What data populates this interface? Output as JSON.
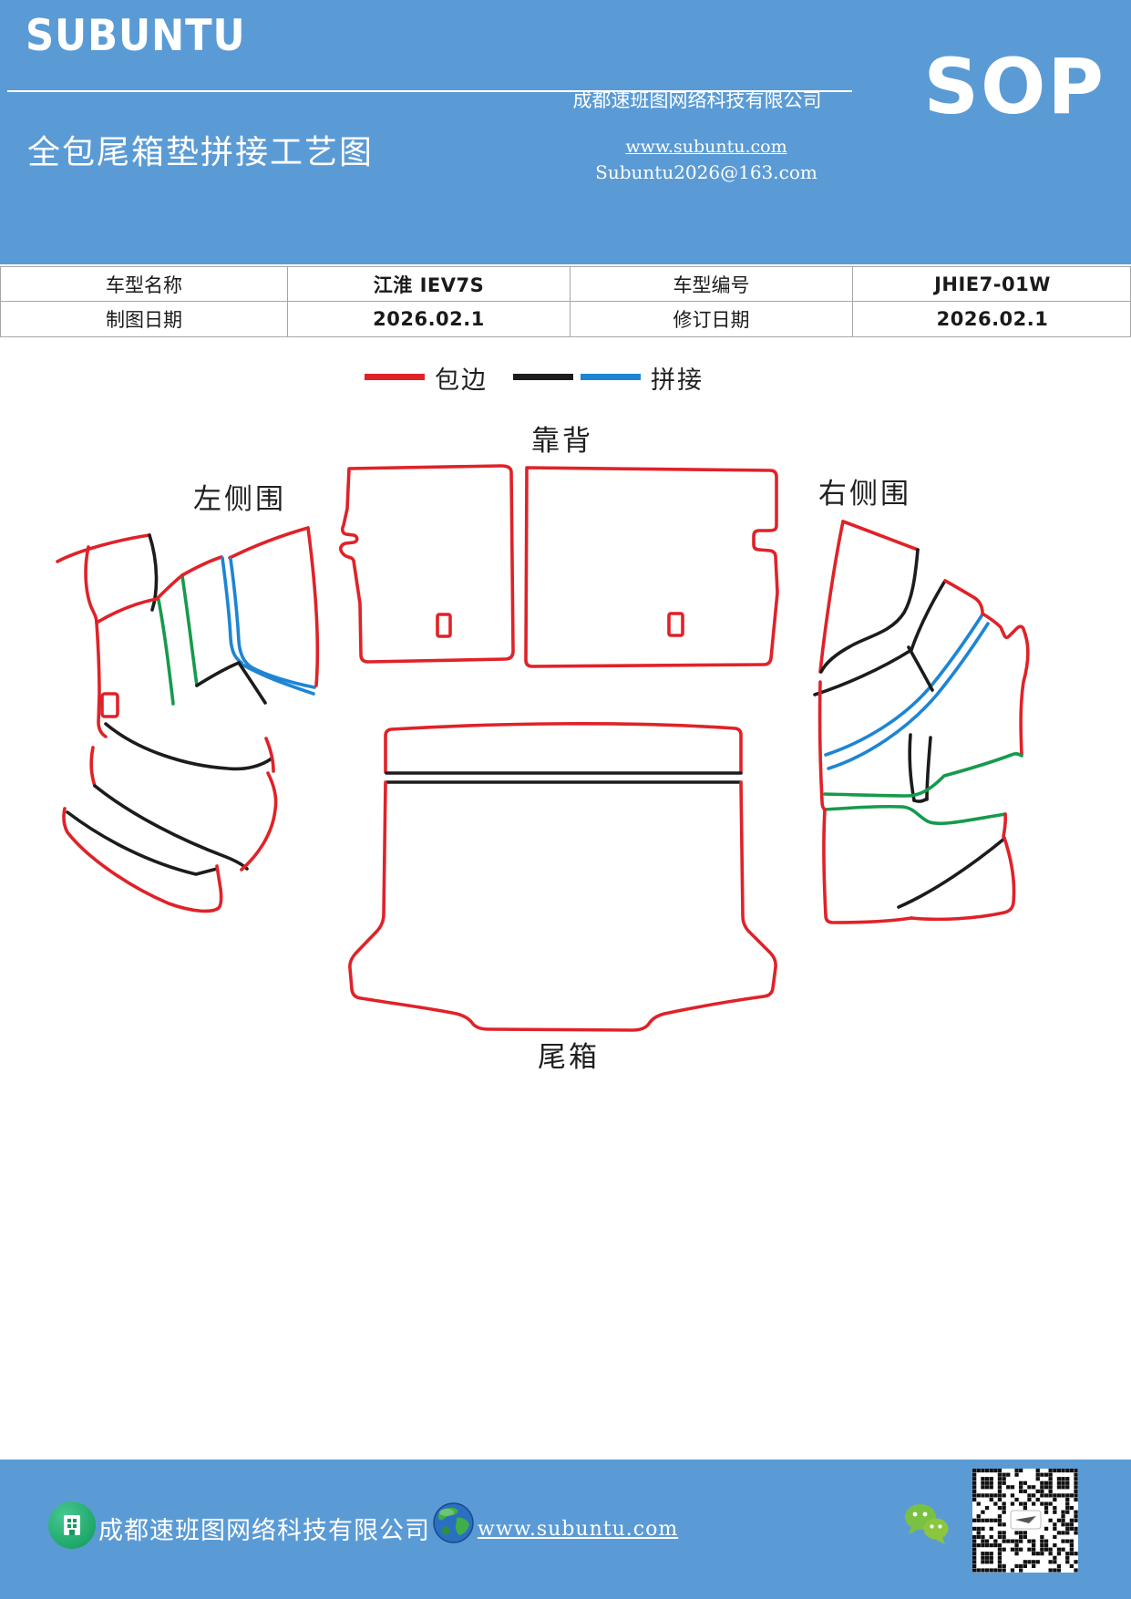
{
  "header": {
    "logo": "SUBUNTU",
    "title": "全包尾箱垫拼接工艺图",
    "company": "成都速班图网络科技有限公司",
    "website": "www.subuntu.com",
    "email": "Subuntu2026@163.com",
    "sop": "SOP"
  },
  "info_table": {
    "rows": [
      {
        "cells": [
          "车型名称",
          "江淮 IEV7S",
          "车型编号",
          "JHIE7-01W"
        ]
      },
      {
        "cells": [
          "制图日期",
          "2026.02.1",
          "修订日期",
          "2026.02.1"
        ]
      }
    ]
  },
  "legend": {
    "bind_label": "包边",
    "splice_label": "拼接"
  },
  "diagram": {
    "labels": {
      "backrest": "靠背",
      "left_side": "左侧围",
      "right_side": "右侧围",
      "trunk": "尾箱"
    }
  },
  "footer": {
    "company": "成都速班图网络科技有限公司",
    "website": "www.subuntu.com"
  },
  "colors": {
    "header_blue": "#5B9BD5",
    "edge_red": "#E02228",
    "splice_black": "#1C1C1C",
    "splice_blue": "#1D85D4",
    "splice_green": "#169A4C",
    "wechat_green": "#7AC143",
    "badge_green": "#1FA566",
    "globe_blue": "#2B6FC0"
  }
}
